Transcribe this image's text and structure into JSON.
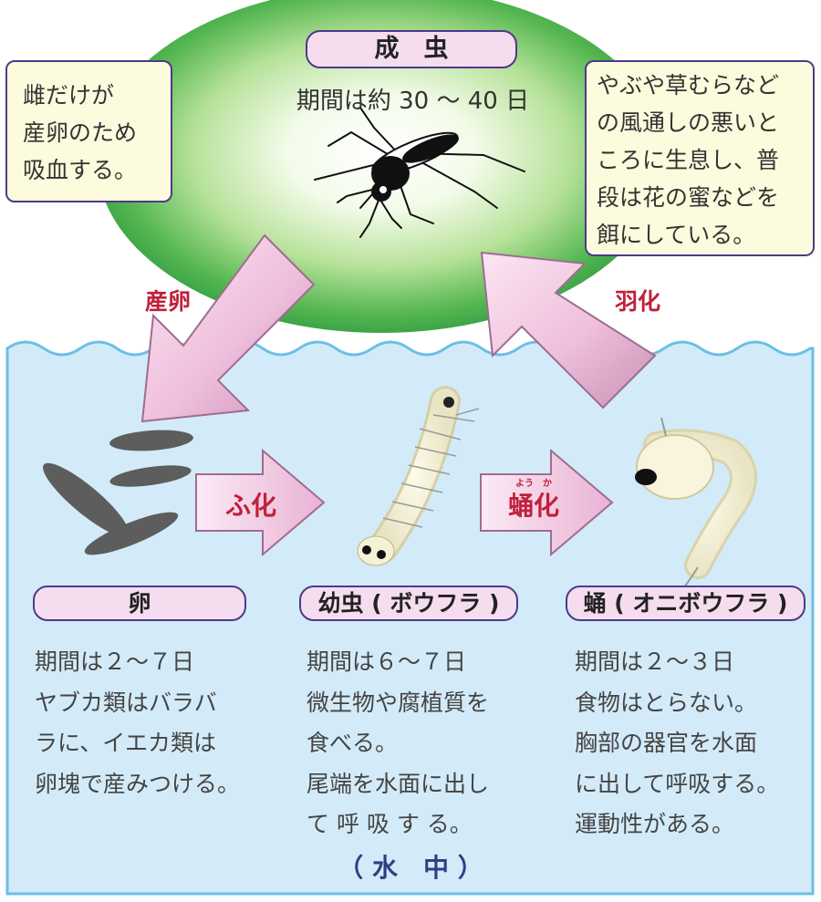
{
  "adult": {
    "title": "成　虫",
    "period": "期間は約 30 ～ 40 日"
  },
  "notes": {
    "left": [
      "雌だけが",
      "産卵のため",
      "吸血する。"
    ],
    "right": [
      "やぶや草むらなど",
      "の風通しの悪いと",
      "ころに生息し、普",
      "段は花の蜜などを",
      "餌にしている。"
    ]
  },
  "transitions": {
    "lay_eggs": "産卵",
    "emergence": "羽化",
    "hatch": "ふ化",
    "pupate": "蛹化",
    "pupate_ruby": "よう　か"
  },
  "stages": [
    {
      "title": "卵",
      "lines": [
        "期間は２～７日",
        "ヤブカ類はバラバ",
        "ラに、イエカ類は",
        "卵塊で産みつける。"
      ]
    },
    {
      "title": "幼虫 ( ボウフラ )",
      "lines": [
        "期間は６～７日",
        "微生物や腐植質を",
        "食べる。",
        "尾端を水面に出し",
        "て 呼 吸 す る。"
      ]
    },
    {
      "title": "蛹 ( オニボウフラ )",
      "lines": [
        "期間は２～３日",
        "食物はとらない。",
        "胸部の器官を水面",
        "に出して呼吸する。",
        "運動性がある。"
      ]
    }
  ],
  "water_label": "（ 水　中 ）",
  "colors": {
    "water": "#d3ebf8",
    "water_border": "#6cbfe6",
    "oval_dark": "#3aa84a",
    "oval_light": "#ffffff",
    "pill_fill": "#f6dcef",
    "pill_border": "#4b3a8a",
    "note_fill": "#fdfbdd",
    "accent_red": "#c0203a"
  }
}
